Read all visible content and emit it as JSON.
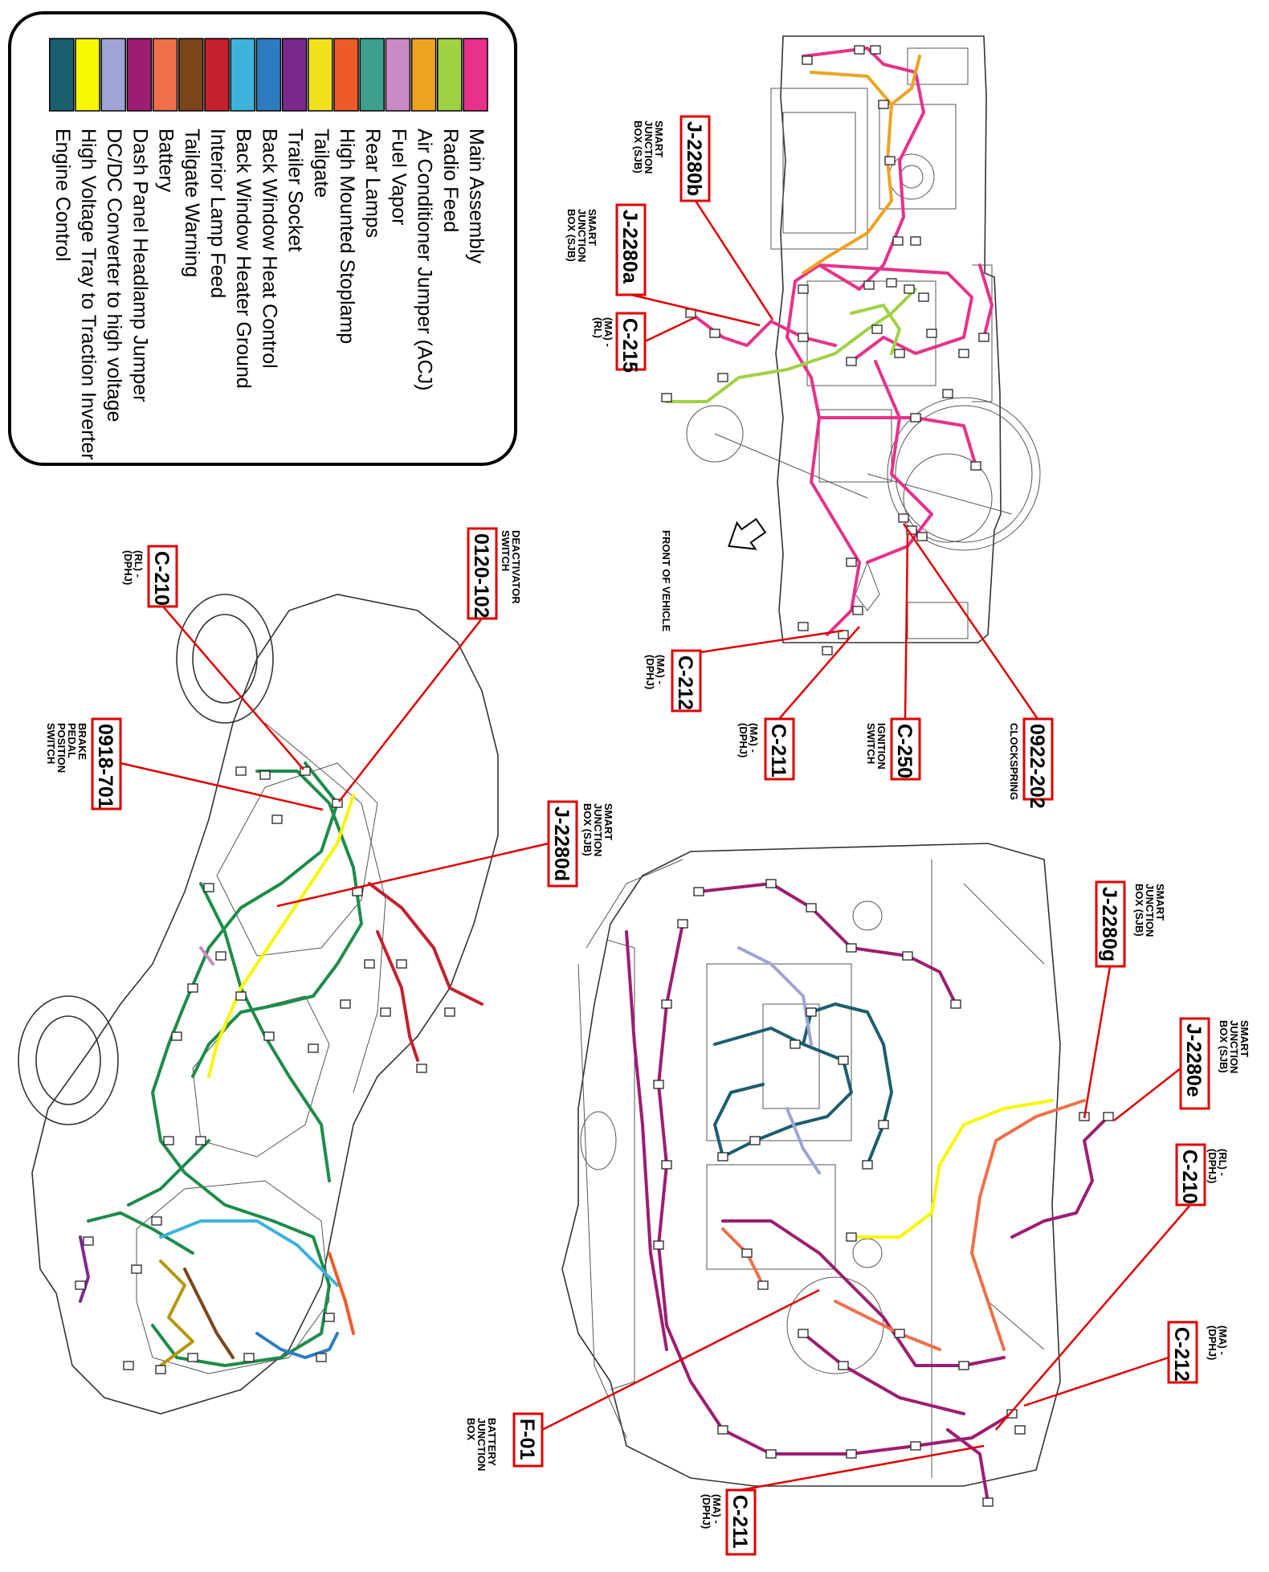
{
  "legend": {
    "items": [
      {
        "label": "Main Assembly",
        "color": "#e8318a"
      },
      {
        "label": "Radio Feed",
        "color": "#9fd243"
      },
      {
        "label": "Air Conditioner Jumper (ACJ)",
        "color": "#eea320"
      },
      {
        "label": "Fuel Vapor",
        "color": "#c98bc4"
      },
      {
        "label": "Rear Lamps",
        "color": "#3f9f8e"
      },
      {
        "label": "High Mounted Stoplamp",
        "color": "#ef5a29"
      },
      {
        "label": "Tailgate",
        "color": "#f0e11c"
      },
      {
        "label": "Trailer Socket",
        "color": "#7a2a8c"
      },
      {
        "label": "Back Window Heat Control",
        "color": "#2d7cc0"
      },
      {
        "label": "Back Window Heater Ground",
        "color": "#3db3dc"
      },
      {
        "label": "Interior Lamp Feed",
        "color": "#c4202e"
      },
      {
        "label": "Tailgate Warning",
        "color": "#7a4519"
      },
      {
        "label": "Battery",
        "color": "#ef6f4a"
      },
      {
        "label": "Dash Panel Headlamp Jumper",
        "color": "#9d1d72"
      },
      {
        "label": "DC/DC Converter to high voltage",
        "color": "#9ea5d4"
      },
      {
        "label": "High Voltage Tray to Traction Inverter",
        "color": "#f7f700"
      },
      {
        "label": "Engine Control",
        "color": "#1b5e6f"
      }
    ]
  },
  "front_label": "FRONT OF VEHICLE",
  "callouts": {
    "j2280b": {
      "code": "J-2280b",
      "desc": "SMART JUNCTION BOX (SJB)"
    },
    "j2280a": {
      "code": "J-2280a",
      "desc": "SMART JUNCTION BOX (SJB)"
    },
    "c215": {
      "code": "C-215",
      "desc": "(MA) - (RL)"
    },
    "c212_top": {
      "code": "C-212",
      "desc": "(MA) - (DPHJ)"
    },
    "c211_top": {
      "code": "C-211",
      "desc": "(MA) - (DPHJ)"
    },
    "c250": {
      "code": "C-250",
      "desc": "IGNITION SWITCH"
    },
    "c0922": {
      "code": "0922-202",
      "desc": "CLOCKSPRING"
    },
    "c0120": {
      "code": "0120-102",
      "desc": "DEACTIVATOR SWITCH"
    },
    "c210_left": {
      "code": "C-210",
      "desc": "(RL) - (DPHJ)"
    },
    "c0918": {
      "code": "0918-701",
      "desc": "BRAKE PEDAL POSITION SWITCH"
    },
    "j2280d": {
      "code": "J-2280d",
      "desc": "SMART JUNCTION BOX (SJB)"
    },
    "j2280g": {
      "code": "J-2280g",
      "desc": "SMART JUNCTION BOX (SJB)"
    },
    "j2280e": {
      "code": "J-2280e",
      "desc": "SMART JUNCTION BOX (SJB)"
    },
    "c210_right": {
      "code": "C-210",
      "desc": "(RL) - (DPHJ)"
    },
    "c212_bottom": {
      "code": "C-212",
      "desc": "(MA) - (DPHJ)"
    },
    "c211_bottom": {
      "code": "C-211",
      "desc": "(MA) - (DPHJ)"
    },
    "f01": {
      "code": "F-01",
      "desc": "BATTERY JUNCTION BOX"
    }
  }
}
